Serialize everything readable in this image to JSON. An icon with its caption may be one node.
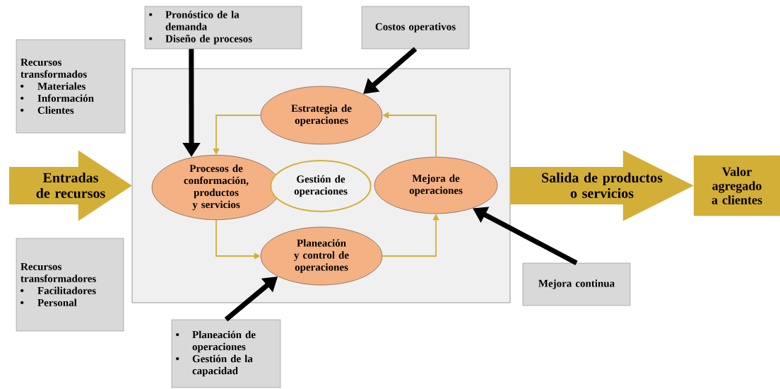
{
  "diagram": {
    "nodes": [
      {
        "text": [
          "Recursos transformados",
          "Materiales",
          "Información",
          "Clientes"
        ]
      },
      {
        "text": [
          "Pronóstico de la demanda",
          "Diseño de procesos"
        ]
      },
      {
        "text": [
          "Costos operativos"
        ]
      },
      {
        "text": [],
        "shape": "box"
      },
      {
        "text": [
          "Estrategia de operaciones"
        ],
        "in": 3
      },
      {
        "text": [
          "Procesos de conformación, productos y servicios"
        ],
        "in": 3
      },
      {
        "text": [
          "Gestión de operaciones"
        ],
        "in": 3
      },
      {
        "text": [
          "Mejora de operaciones"
        ],
        "in": 3
      },
      {
        "text": [
          "Planeación y control de operaciones"
        ],
        "in": 3
      },
      {
        "text": [
          "Valor agregado a clientes"
        ]
      },
      {
        "text": [
          "Recursos transformadores",
          "Facilitadores",
          "Personal"
        ]
      },
      {
        "text": [
          "Mejora continua"
        ]
      },
      {
        "text": [
          "Planeación de operaciones",
          "Gestión de la capacidad"
        ]
      }
    ],
    "edges": [
      {
        "from": 1,
        "to": 5,
        "arrow": "to",
        "style": "thick",
        "color": "#000000"
      },
      {
        "from": 2,
        "to": 4,
        "arrow": "to",
        "style": "thick",
        "color": "#000000"
      },
      {
        "from": 12,
        "to": 8,
        "arrow": "to",
        "style": "thick",
        "color": "#000000"
      },
      {
        "from": 11,
        "to": 7,
        "arrow": "to",
        "style": "thick",
        "color": "#000000"
      },
      {
        "from": 4,
        "to": 5,
        "arrow": "to",
        "color": "#d4af37"
      },
      {
        "from": 5,
        "to": 8,
        "arrow": "to",
        "color": "#d4af37"
      },
      {
        "from": 8,
        "to": 7,
        "arrow": "to",
        "color": "#d4af37"
      },
      {
        "from": 7,
        "to": 4,
        "arrow": "to",
        "color": "#d4af37"
      },
      {
        "from": null,
        "to": 3,
        "arrow": "to",
        "label": "Entradas de recursos",
        "style": "thick",
        "color": "#d4af37"
      },
      {
        "from": 3,
        "to": 9,
        "arrow": "to",
        "label": "Salida de productos o servicios",
        "style": "thick",
        "color": "#d4af37"
      }
    ]
  }
}
